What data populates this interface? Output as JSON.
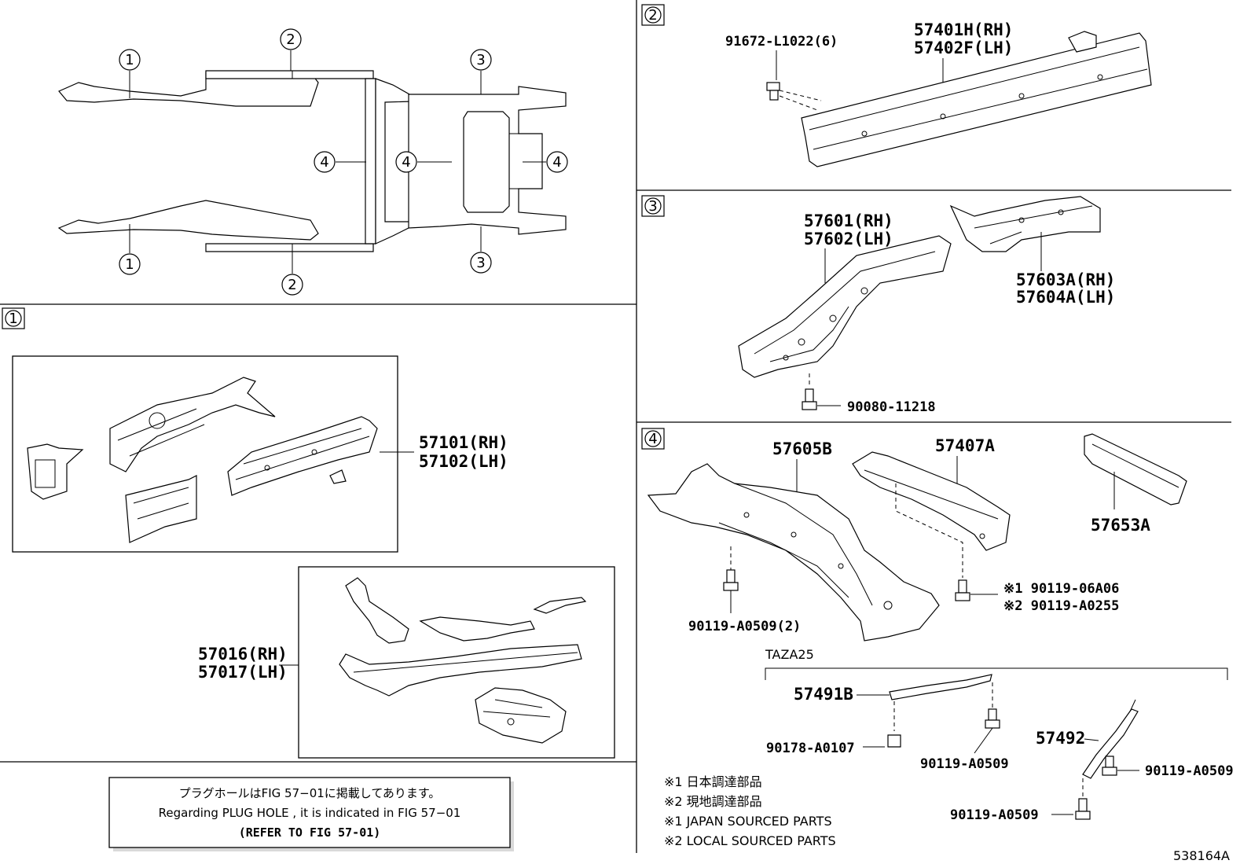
{
  "overview": {
    "callouts": [
      "1",
      "2",
      "3",
      "4",
      "1",
      "2",
      "3",
      "4",
      "4"
    ]
  },
  "section_2": {
    "marker": "2",
    "bolt": "91672-L1022(6)",
    "part_rh": "57401H(RH)",
    "part_lh": "57402F(LH)"
  },
  "section_3": {
    "marker": "3",
    "part_a_rh": "57601(RH)",
    "part_a_lh": "57602(LH)",
    "part_b_rh": "57603A(RH)",
    "part_b_lh": "57604A(LH)",
    "bolt": "90080-11218"
  },
  "section_1": {
    "marker": "1",
    "group_a_rh": "57101(RH)",
    "group_a_lh": "57102(LH)",
    "group_b_rh": "57016(RH)",
    "group_b_lh": "57017(LH)"
  },
  "section_4": {
    "marker": "4",
    "p1": "57605B",
    "p2": "57407A",
    "p3": "57653A",
    "bolt_left": "90119-A0509(2)",
    "bolt_right_1": "※1 90119-06A06",
    "bolt_right_2": "※2 90119-A0255",
    "variant": "TAZA25",
    "p4": "57491B",
    "p5": "57492",
    "nut": "90178-A0107",
    "bolt_a": "90119-A0509",
    "bolt_b": "90119-A0509",
    "bolt_c": "90119-A0509"
  },
  "legend": {
    "line1": "※1  日本調達部品",
    "line2": "※2  現地調達部品",
    "line3": "※1  JAPAN SOURCED PARTS",
    "line4": "※2  LOCAL SOURCED PARTS"
  },
  "notice": {
    "jp": "プラグホールはFIG 57−01に掲載してあります。",
    "en": "Regarding  PLUG  HOLE , it is indicated in  FIG  57−01",
    "ref": "(REFER TO FIG 57-01)"
  },
  "figure_id": "538164A"
}
